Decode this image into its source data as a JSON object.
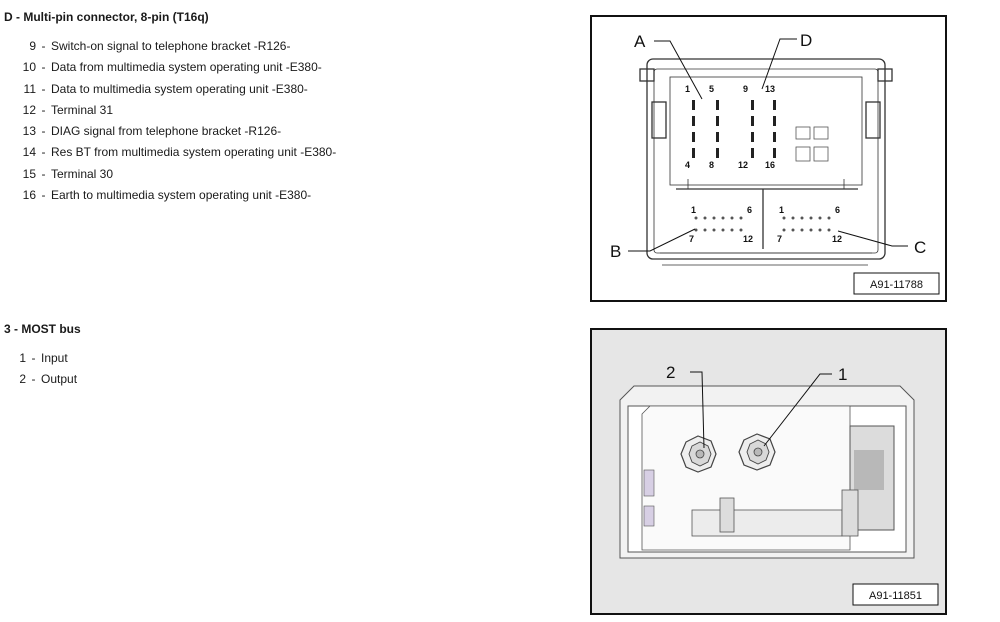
{
  "section_d": {
    "title": "D - Multi-pin connector, 8-pin (T16q)",
    "pins": [
      {
        "num": "9",
        "text": "Switch-on signal to telephone bracket -R126-"
      },
      {
        "num": "10",
        "text": "Data from multimedia system operating unit -E380-"
      },
      {
        "num": "11",
        "text": "Data to multimedia system operating unit -E380-"
      },
      {
        "num": "12",
        "text": "Terminal 31"
      },
      {
        "num": "13",
        "text": "DIAG signal from telephone bracket -R126-"
      },
      {
        "num": "14",
        "text": "Res BT from multimedia system operating unit -E380-"
      },
      {
        "num": "15",
        "text": "Terminal 30"
      },
      {
        "num": "16",
        "text": "Earth to multimedia system operating unit -E380-"
      }
    ]
  },
  "section_3": {
    "title": "3 - MOST bus",
    "pins": [
      {
        "num": "1",
        "text": "Input"
      },
      {
        "num": "2",
        "text": "Output"
      }
    ]
  },
  "separator": "-",
  "figure_top": {
    "id": "A91-11788",
    "callouts": {
      "a": "A",
      "b": "B",
      "c": "C",
      "d": "D"
    },
    "upper_pins": {
      "p1": "1",
      "p5": "5",
      "p9": "9",
      "p13": "13",
      "p4": "4",
      "p8": "8",
      "p12": "12",
      "p16": "16"
    },
    "lower_left_pins": {
      "p1": "1",
      "p6": "6",
      "p7": "7",
      "p12": "12"
    },
    "lower_right_pins": {
      "p1": "1",
      "p6": "6",
      "p7": "7",
      "p12": "12"
    }
  },
  "figure_bottom": {
    "id": "A91-11851",
    "callouts": {
      "one": "1",
      "two": "2"
    }
  }
}
